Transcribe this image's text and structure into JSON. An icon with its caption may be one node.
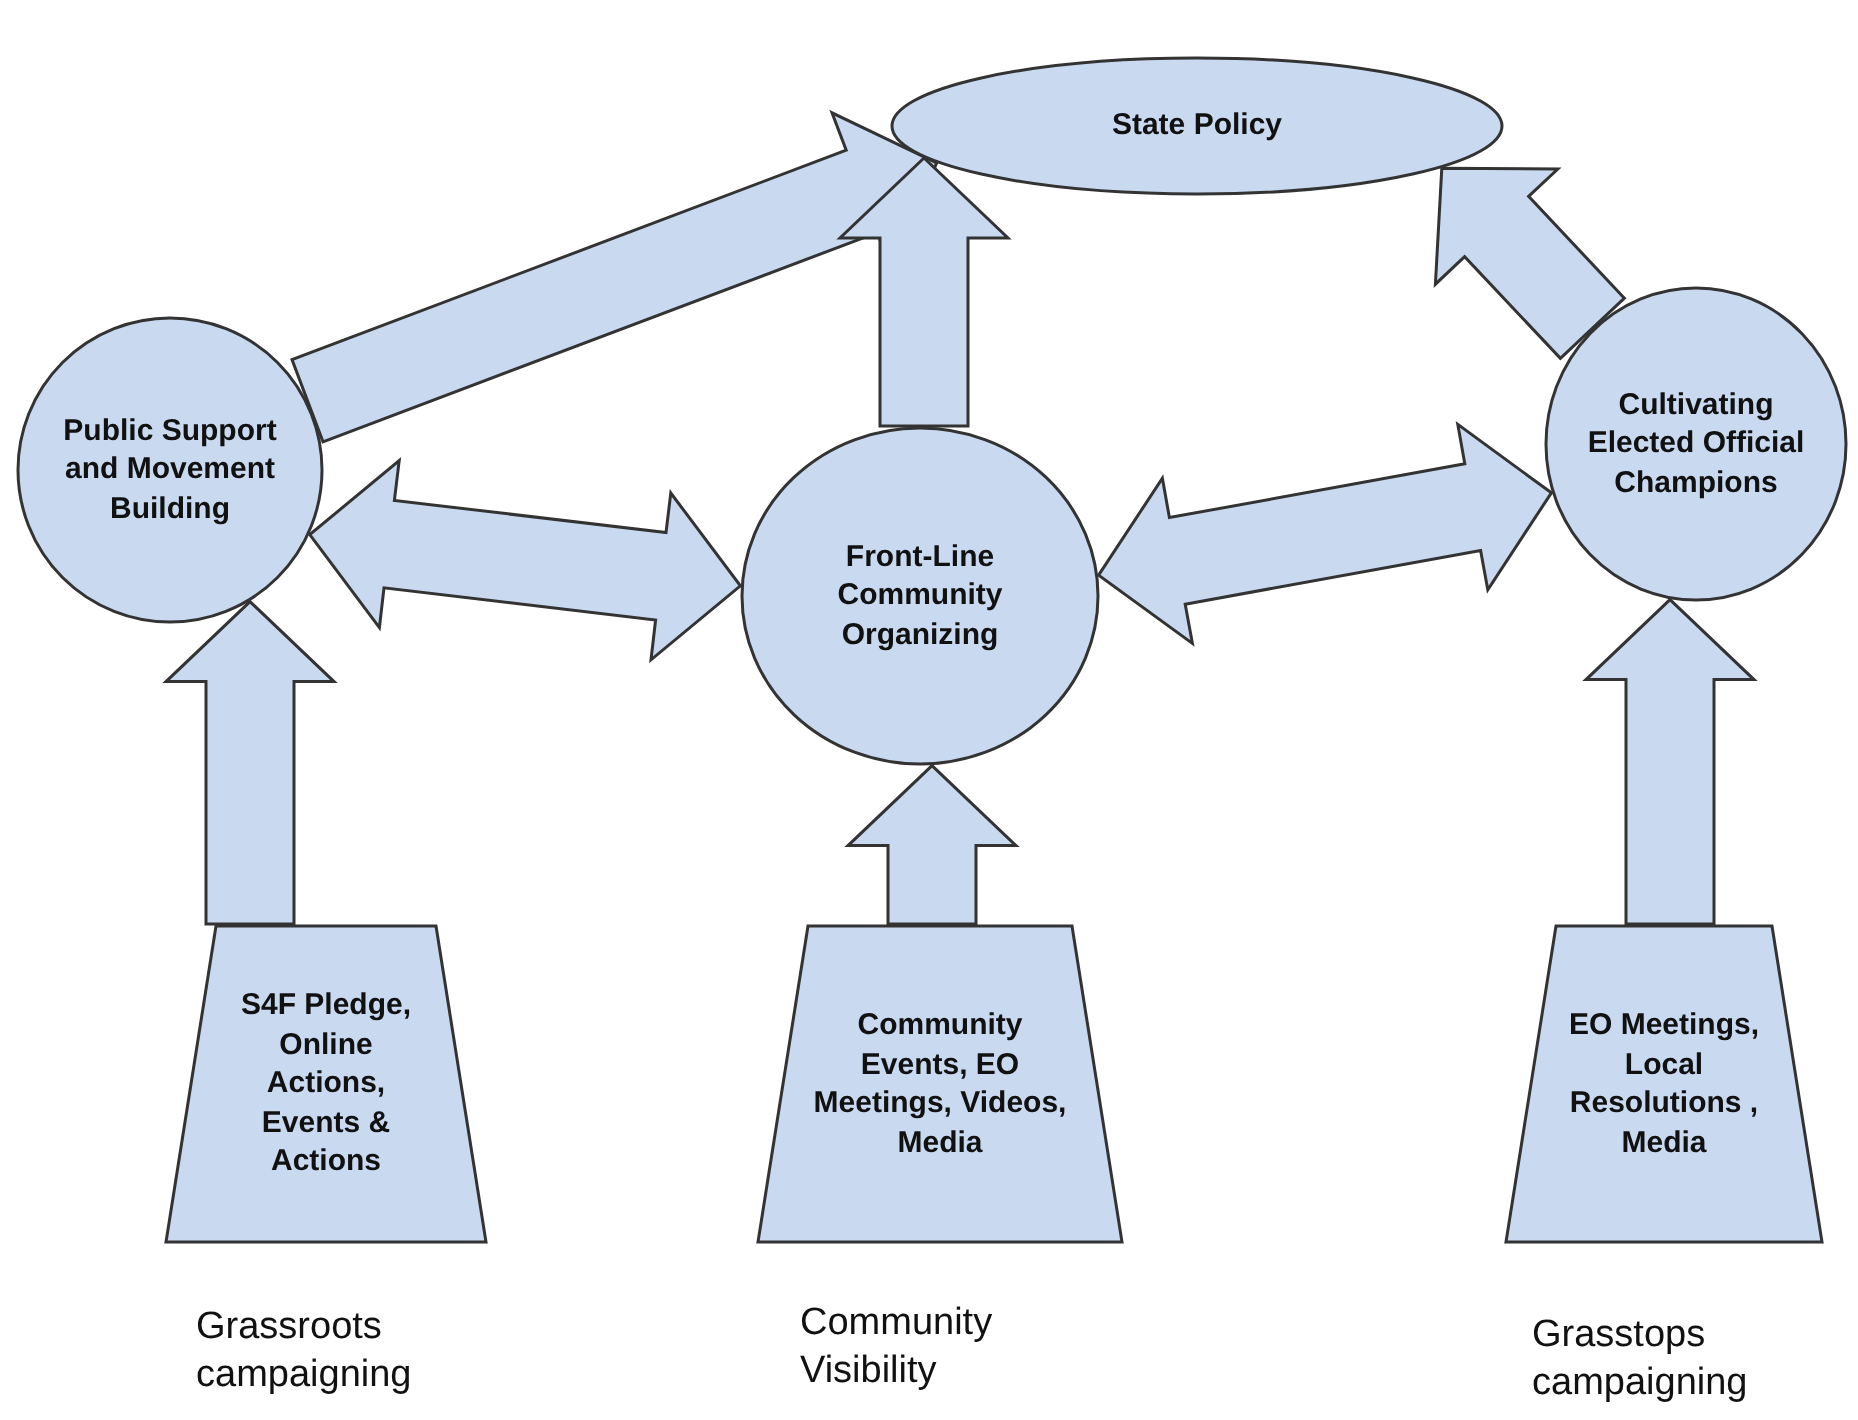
{
  "diagram": {
    "nodes": [
      {
        "text": [
          "State Policy"
        ]
      },
      {
        "text": [
          "Public Support and Movement Building"
        ]
      },
      {
        "text": [
          "Front-Line Community Organizing"
        ]
      },
      {
        "text": [
          "Cultivating Elected Official Champions"
        ]
      },
      {
        "text": [
          "S4F Pledge, Online Actions, Events & Actions"
        ],
        "beside": [
          "Grassroots campaigning"
        ]
      },
      {
        "text": [
          "Community Events, EO Meetings, Videos, Media"
        ],
        "beside": [
          "Community Visibility"
        ]
      },
      {
        "text": [
          "EO Meetings, Local Resolutions , Media"
        ],
        "beside": [
          "Grasstops campaigning"
        ]
      }
    ],
    "edges": [
      {
        "from": 1,
        "to": 0,
        "arrow": "to"
      },
      {
        "from": 2,
        "to": 0,
        "arrow": "to"
      },
      {
        "from": 3,
        "to": 0,
        "arrow": "to"
      },
      {
        "from": 1,
        "to": 2,
        "arrow": "both"
      },
      {
        "from": 3,
        "to": 2,
        "arrow": "both"
      },
      {
        "from": 4,
        "to": 1,
        "arrow": "to"
      },
      {
        "from": 5,
        "to": 2,
        "arrow": "to"
      },
      {
        "from": 6,
        "to": 3,
        "arrow": "to"
      }
    ]
  }
}
